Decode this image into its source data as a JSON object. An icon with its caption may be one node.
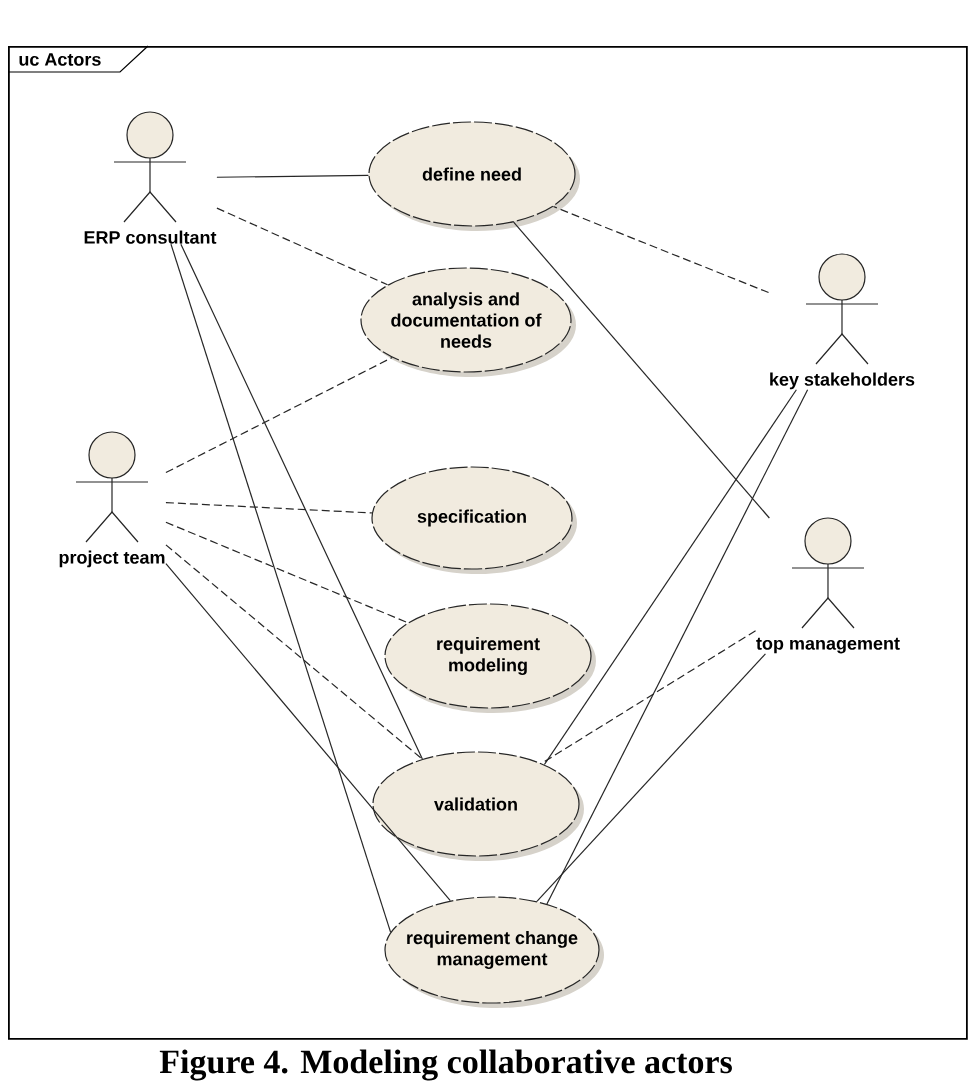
{
  "diagram": {
    "caption": "Figure 4. Modeling collaborative actors",
    "nodes": [
      {
        "text": [
          "uc Actors"
        ]
      },
      {
        "text": [
          "ERP consultant"
        ],
        "in": 0
      },
      {
        "text": [
          "define need"
        ],
        "in": 0
      },
      {
        "text": [
          "analysis and documentation of needs"
        ],
        "in": 0
      },
      {
        "text": [
          "key stakeholders"
        ],
        "in": 0
      },
      {
        "text": [
          "project team"
        ],
        "in": 0
      },
      {
        "text": [
          "specification"
        ],
        "in": 0
      },
      {
        "text": [
          "top management"
        ],
        "in": 0
      },
      {
        "text": [
          "requirement modeling"
        ],
        "in": 0
      },
      {
        "text": [
          "validation"
        ],
        "in": 0
      },
      {
        "text": [
          "requirement change management"
        ],
        "in": 0
      }
    ],
    "edges": [
      {
        "from": 1,
        "to": 2,
        "arrow": "none"
      },
      {
        "from": 1,
        "to": 3,
        "arrow": "none",
        "style": "dashed"
      },
      {
        "from": 1,
        "to": 9,
        "arrow": "none"
      },
      {
        "from": 1,
        "to": 10,
        "arrow": "none"
      },
      {
        "from": 5,
        "to": 3,
        "arrow": "none",
        "style": "dashed"
      },
      {
        "from": 5,
        "to": 6,
        "arrow": "none",
        "style": "dashed"
      },
      {
        "from": 5,
        "to": 8,
        "arrow": "none",
        "style": "dashed"
      },
      {
        "from": 5,
        "to": 9,
        "arrow": "none",
        "style": "dashed"
      },
      {
        "from": 5,
        "to": 10,
        "arrow": "none"
      },
      {
        "from": 4,
        "to": 2,
        "arrow": "none",
        "style": "dashed"
      },
      {
        "from": 4,
        "to": 9,
        "arrow": "none"
      },
      {
        "from": 4,
        "to": 10,
        "arrow": "none"
      },
      {
        "from": 7,
        "to": 2,
        "arrow": "none"
      },
      {
        "from": 7,
        "to": 9,
        "arrow": "none",
        "style": "dashed"
      },
      {
        "from": 7,
        "to": 10,
        "arrow": "none"
      }
    ]
  }
}
